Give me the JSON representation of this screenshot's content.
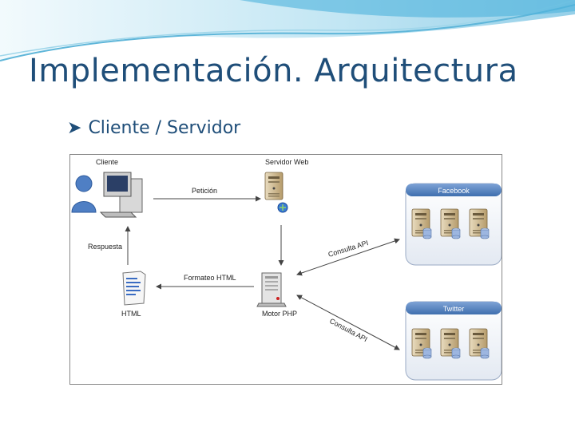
{
  "slide": {
    "title": "Implementación. Arquitectura",
    "bullet": "Cliente / Servidor",
    "bullet_icon": "arrowhead-bullet-icon"
  },
  "diagram": {
    "labels": {
      "cliente": "Cliente",
      "servidor_web": "Servidor Web",
      "peticion": "Petición",
      "respuesta": "Respuesta",
      "formateo": "Formateo HTML",
      "html": "HTML",
      "motor": "Motor PHP",
      "consulta_api_top": "Consulta API",
      "consulta_api_bottom": "Consulta API",
      "facebook": "Facebook",
      "twitter": "Twitter"
    }
  },
  "colors": {
    "title": "#1f4e79",
    "wave": "#5fb6d9",
    "panel_header": "#3f6fae"
  }
}
